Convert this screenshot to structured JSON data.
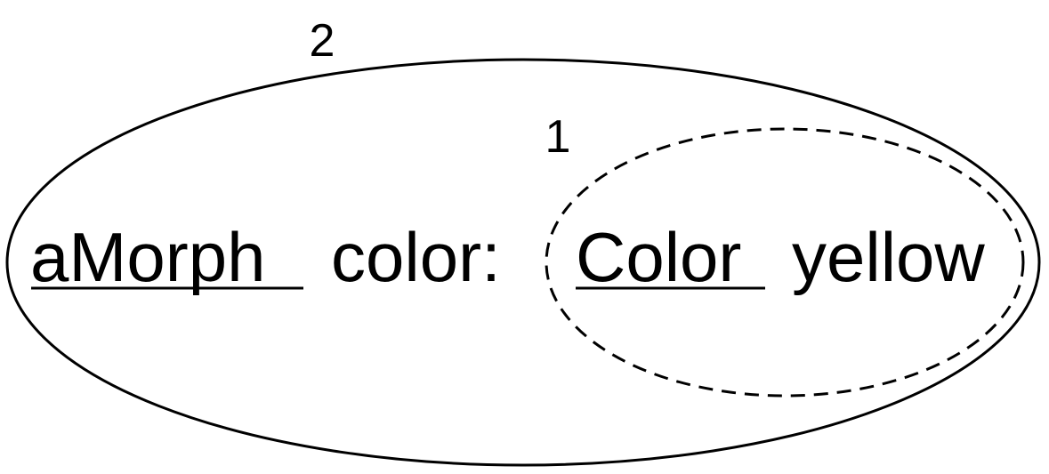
{
  "diagram": {
    "outer_scope_number": "2",
    "inner_scope_number": "1",
    "receiver": "aMorph",
    "selector": "color:",
    "argument_receiver": "Color",
    "argument_message": "yellow",
    "outer_boundary_style": "solid",
    "inner_boundary_style": "dashed",
    "colors": {
      "ink": "#000000",
      "background": "#ffffff"
    }
  }
}
